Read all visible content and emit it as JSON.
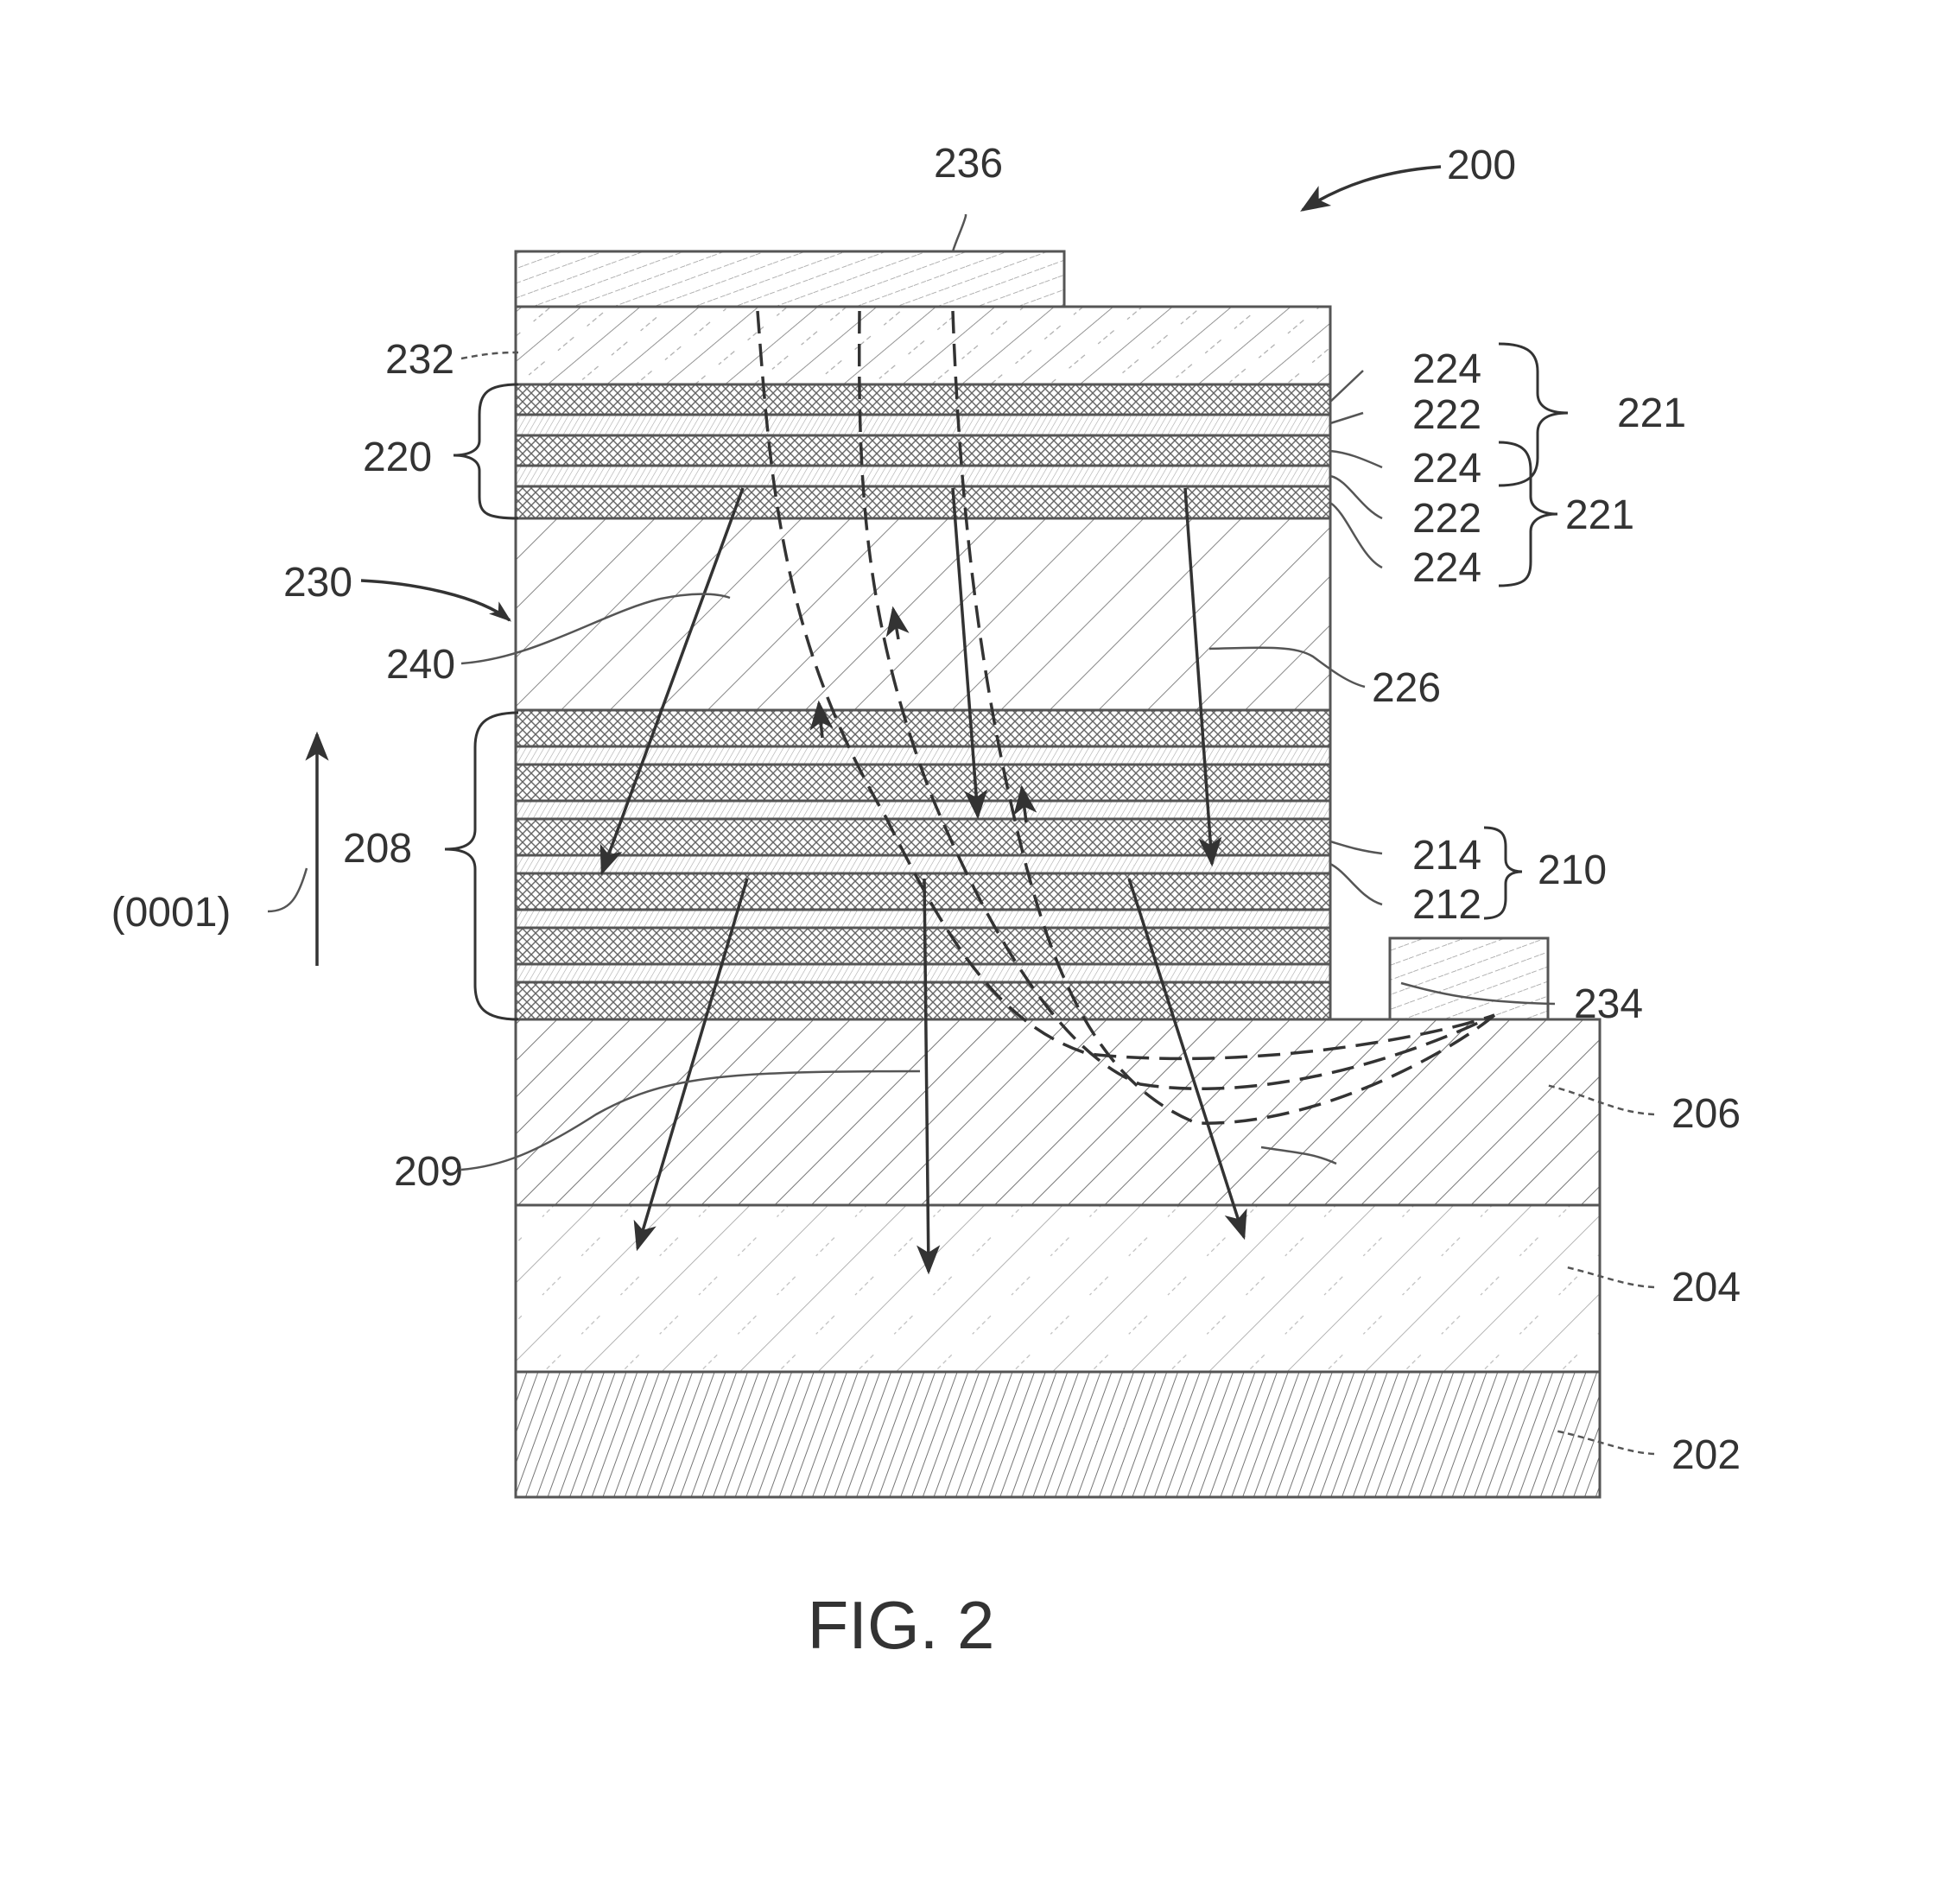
{
  "figure": {
    "caption": "FIG. 2",
    "labels": {
      "device": "200",
      "substrate": "202",
      "buffer": "204",
      "n_layer": "206",
      "active_region": "208",
      "dislocation": "209",
      "quantum_well_pair": "210",
      "well": "212",
      "barrier": "214",
      "superlattice": "220",
      "superlattice_pair_upper": "221",
      "superlattice_pair_lower": "221",
      "sl_layer_224_a": "224",
      "sl_layer_222_a": "222",
      "sl_layer_224_b": "224",
      "sl_layer_222_b": "222",
      "sl_layer_224_c": "224",
      "light_ray": "226",
      "led_structure": "230",
      "p_layer": "232",
      "n_contact": "234",
      "p_contact": "236",
      "current_path": "240",
      "growth_direction": "(0001)"
    }
  }
}
